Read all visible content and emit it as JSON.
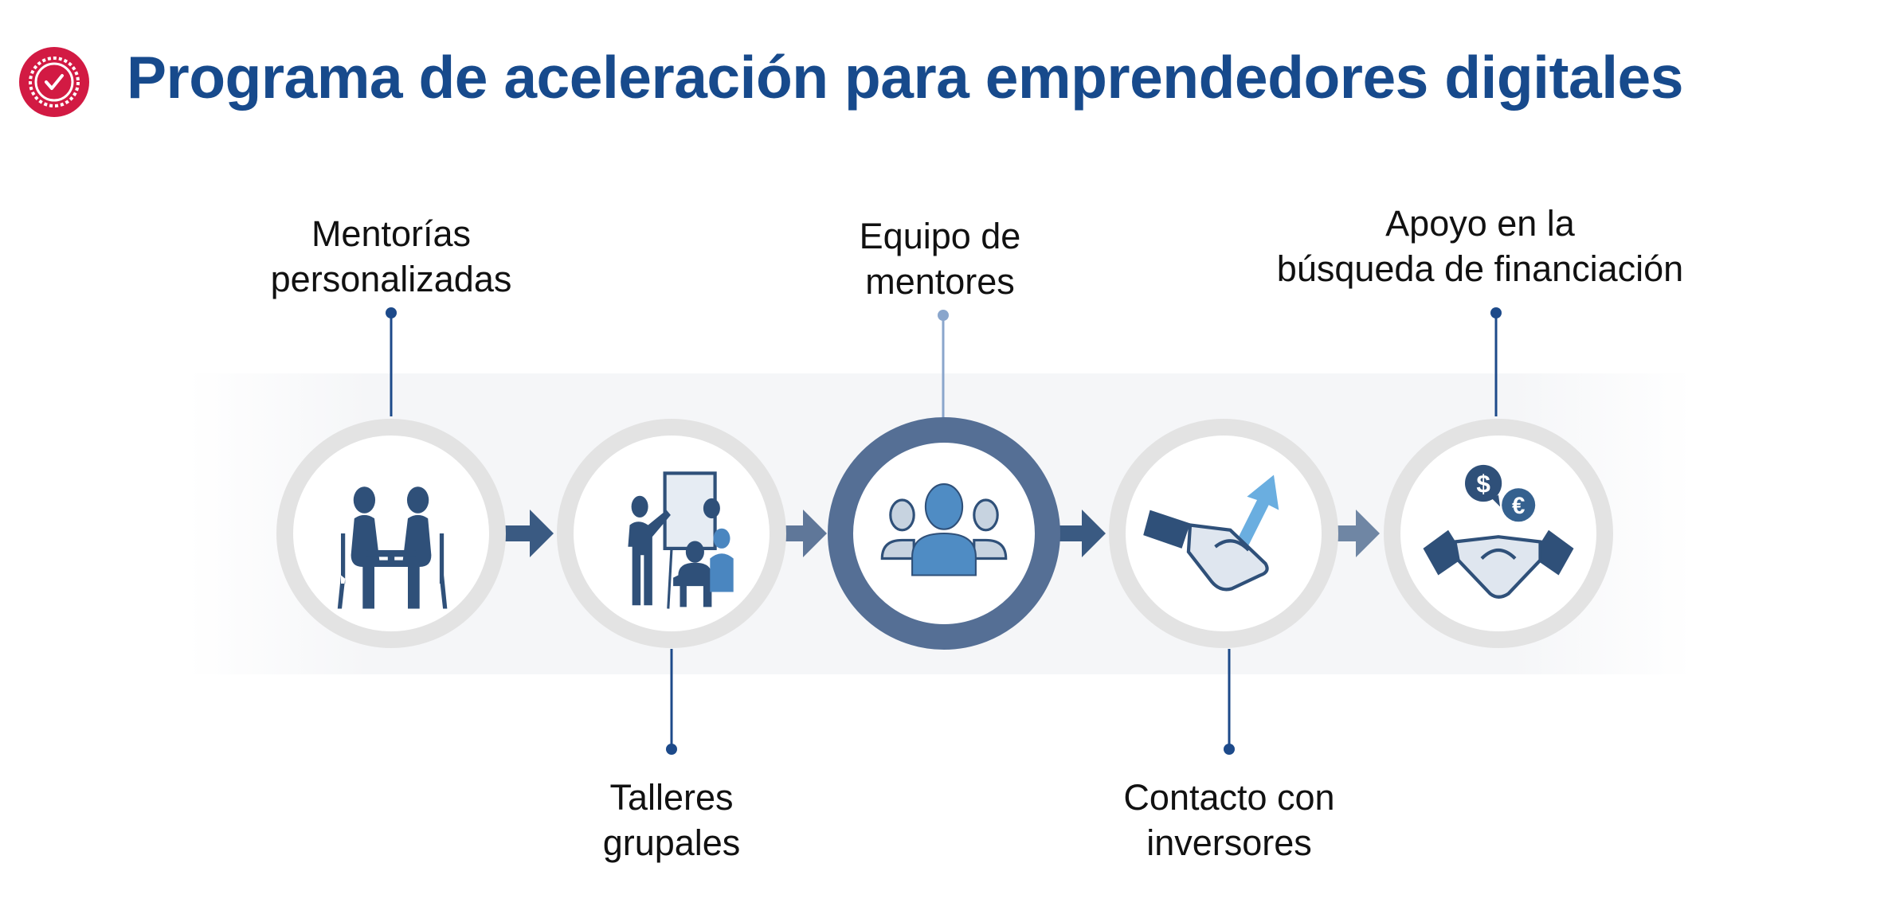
{
  "header": {
    "title": "Programa de aceleración  para emprendedores digitales",
    "badge_icon": "check-badge-icon"
  },
  "colors": {
    "title": "#174a8c",
    "badge": "#d21a43",
    "ring": "#e3e3e3",
    "active_ring": "#556f95",
    "icon_dark": "#2f5079",
    "icon_light": "#4a86c0"
  },
  "steps": [
    {
      "label_line1": "Mentorías",
      "label_line2": "personalizadas",
      "icon": "one-on-one-meeting-icon",
      "label_position": "top"
    },
    {
      "label_line1": "Talleres",
      "label_line2": "grupales",
      "icon": "group-workshop-icon",
      "label_position": "bottom"
    },
    {
      "label_line1": "Equipo de",
      "label_line2": "mentores",
      "icon": "team-icon",
      "label_position": "top",
      "active": true
    },
    {
      "label_line1": "Contacto con",
      "label_line2": "inversores",
      "icon": "handshake-growth-icon",
      "label_position": "bottom"
    },
    {
      "label_line1": "Apoyo en la",
      "label_line2": "búsqueda de financiación",
      "icon": "handshake-money-icon",
      "label_position": "top"
    }
  ]
}
